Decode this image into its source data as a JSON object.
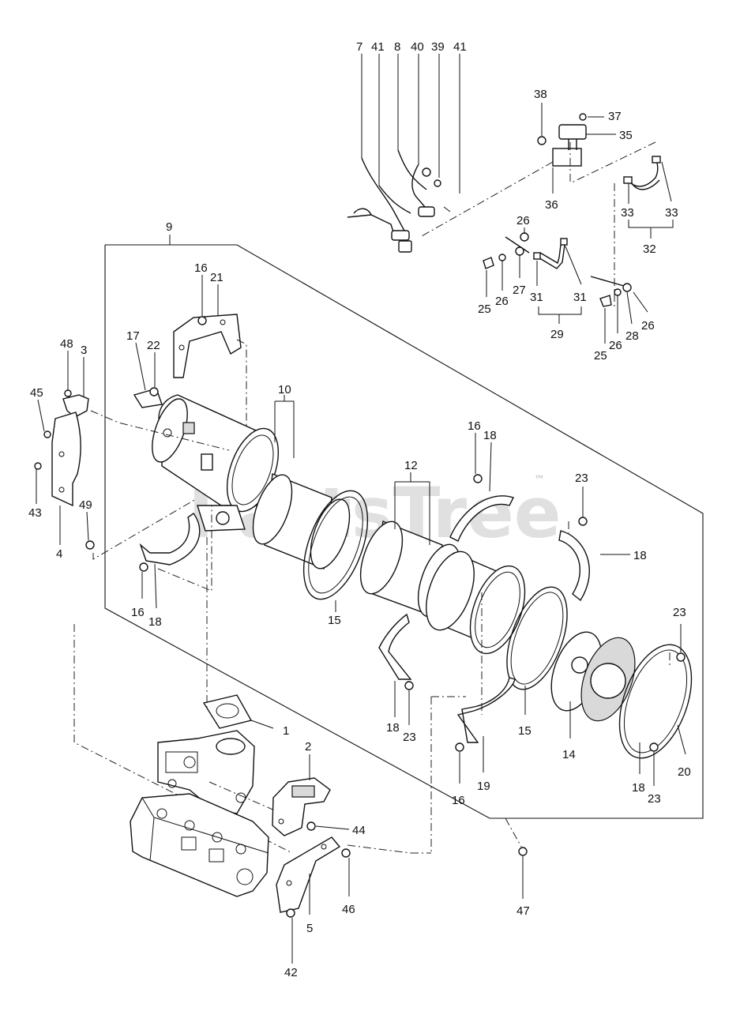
{
  "watermark": {
    "text": "PartsTree",
    "trademark": "™"
  },
  "callouts": [
    {
      "id": "c7a",
      "label": "7"
    },
    {
      "id": "c41a",
      "label": "41"
    },
    {
      "id": "c8",
      "label": "8"
    },
    {
      "id": "c40",
      "label": "40"
    },
    {
      "id": "c39",
      "label": "39"
    },
    {
      "id": "c41b",
      "label": "41"
    },
    {
      "id": "c38",
      "label": "38"
    },
    {
      "id": "c37",
      "label": "37"
    },
    {
      "id": "c35",
      "label": "35"
    },
    {
      "id": "c36",
      "label": "36"
    },
    {
      "id": "c33a",
      "label": "33"
    },
    {
      "id": "c33b",
      "label": "33"
    },
    {
      "id": "c32",
      "label": "32"
    },
    {
      "id": "c26a",
      "label": "26"
    },
    {
      "id": "c26b",
      "label": "26"
    },
    {
      "id": "c27",
      "label": "27"
    },
    {
      "id": "c31a",
      "label": "31"
    },
    {
      "id": "c31b",
      "label": "31"
    },
    {
      "id": "c25a",
      "label": "25"
    },
    {
      "id": "c29",
      "label": "29"
    },
    {
      "id": "c25b",
      "label": "25"
    },
    {
      "id": "c26c",
      "label": "26"
    },
    {
      "id": "c28",
      "label": "28"
    },
    {
      "id": "c26d",
      "label": "26"
    },
    {
      "id": "c9",
      "label": "9"
    },
    {
      "id": "c16a",
      "label": "16"
    },
    {
      "id": "c21",
      "label": "21"
    },
    {
      "id": "c17",
      "label": "17"
    },
    {
      "id": "c22",
      "label": "22"
    },
    {
      "id": "c10",
      "label": "10"
    },
    {
      "id": "c48",
      "label": "48"
    },
    {
      "id": "c3",
      "label": "3"
    },
    {
      "id": "c45",
      "label": "45"
    },
    {
      "id": "c43",
      "label": "43"
    },
    {
      "id": "c49",
      "label": "49"
    },
    {
      "id": "c4",
      "label": "4"
    },
    {
      "id": "c16b",
      "label": "16"
    },
    {
      "id": "c18a",
      "label": "18"
    },
    {
      "id": "c12",
      "label": "12"
    },
    {
      "id": "c16c",
      "label": "16"
    },
    {
      "id": "c18b",
      "label": "18"
    },
    {
      "id": "c23a",
      "label": "23"
    },
    {
      "id": "c18c",
      "label": "18"
    },
    {
      "id": "c15a",
      "label": "15"
    },
    {
      "id": "c23b",
      "label": "23"
    },
    {
      "id": "c18d",
      "label": "18"
    },
    {
      "id": "c23c",
      "label": "23"
    },
    {
      "id": "c15b",
      "label": "15"
    },
    {
      "id": "c14",
      "label": "14"
    },
    {
      "id": "c20",
      "label": "20"
    },
    {
      "id": "c18e",
      "label": "18"
    },
    {
      "id": "c23d",
      "label": "23"
    },
    {
      "id": "c1",
      "label": "1"
    },
    {
      "id": "c16d",
      "label": "16"
    },
    {
      "id": "c19",
      "label": "19"
    },
    {
      "id": "c2",
      "label": "2"
    },
    {
      "id": "c44",
      "label": "44"
    },
    {
      "id": "c46",
      "label": "46"
    },
    {
      "id": "c5",
      "label": "5"
    },
    {
      "id": "c47",
      "label": "47"
    },
    {
      "id": "c42",
      "label": "42"
    }
  ]
}
